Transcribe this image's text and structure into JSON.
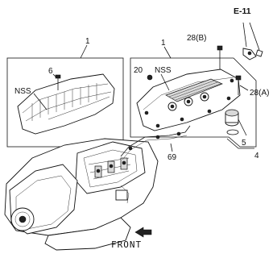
{
  "labels": {
    "ref_e11": "E-11",
    "cover_left": "1",
    "cover_right": "1",
    "bolt_b": "28(B)",
    "bolt_a": "28(A)",
    "part_6": "6",
    "part_20": "20",
    "nss_left": "NSS",
    "nss_right": "NSS",
    "part_5": "5",
    "part_4": "4",
    "part_69": "69"
  },
  "front_indicator": "FRONT"
}
